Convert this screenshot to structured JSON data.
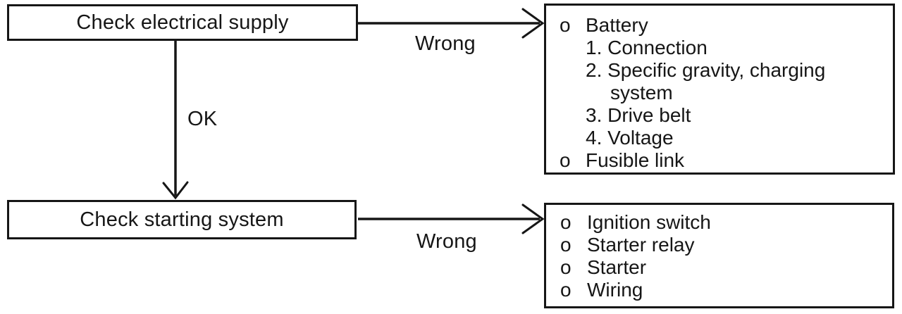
{
  "diagram": {
    "nodes": {
      "check_electrical_supply": {
        "label": "Check electrical supply"
      },
      "check_starting_system": {
        "label": "Check starting system"
      },
      "electrical_checks": {
        "lines": [
          {
            "marker": "o",
            "text": "Battery"
          },
          {
            "marker": "",
            "text": "1. Connection"
          },
          {
            "marker": "",
            "text": "2. Specific gravity, charging"
          },
          {
            "marker": "",
            "text": "system"
          },
          {
            "marker": "",
            "text": "3. Drive belt"
          },
          {
            "marker": "",
            "text": "4. Voltage"
          },
          {
            "marker": "o",
            "text": "Fusible link"
          }
        ]
      },
      "starting_checks": {
        "lines": [
          {
            "marker": "o",
            "text": "Ignition switch"
          },
          {
            "marker": "o",
            "text": "Starter relay"
          },
          {
            "marker": "o",
            "text": "Starter"
          },
          {
            "marker": "o",
            "text": "Wiring"
          }
        ]
      }
    },
    "edge_labels": {
      "electrical_wrong": "Wrong",
      "electrical_ok": "OK",
      "starting_wrong": "Wrong"
    }
  },
  "colors": {
    "ink": "#161616",
    "paper": "#ffffff"
  }
}
